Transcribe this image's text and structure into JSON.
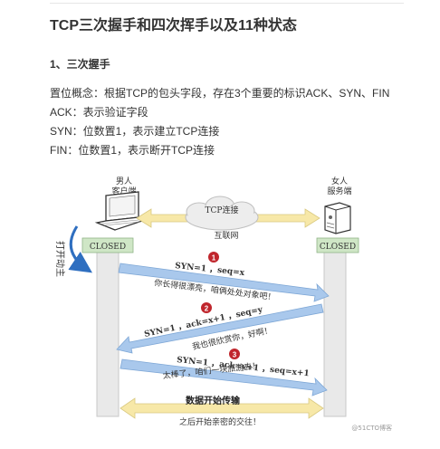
{
  "article": {
    "title": "TCP三次握手和四次挥手以及11种状态",
    "section_heading": "1、三次握手",
    "paragraphs": [
      "置位概念：根据TCP的包头字段，存在3个重要的标识ACK、SYN、FIN",
      "ACK：表示验证字段",
      "SYN：位数置1，表示建立TCP连接",
      "FIN：位数置1，表示断开TCP连接"
    ]
  },
  "diagram": {
    "client_label_line1": "男人",
    "client_label_line2": "客户端",
    "server_label_line1": "女人",
    "server_label_line2": "服务端",
    "tcp_link": "TCP连接",
    "internet": "互联网",
    "client_state": "CLOSED",
    "server_state": "CLOSED",
    "side_label": "开\n打\n动\n主",
    "step1": {
      "number": "1",
      "packet": "SYN=1 ，seq=x",
      "caption": "你长得很漂亮，咱俩处处对象吧！"
    },
    "step2": {
      "number": "2",
      "packet": "SYN=1 ，ack=x+1 ，seq=y",
      "caption": "我也很欣赏你，好啊！"
    },
    "step3": {
      "number": "3",
      "packet": "SYN=1 ，ack=y+1 ，seq=x+1",
      "caption": "太棒了，咱们一块旅游去！"
    },
    "data_transfer": "数据开始传输",
    "data_caption": "之后开始亲密的交往！",
    "watermark": "@51CTO博客",
    "colors": {
      "arrow_blue": "#a9c8ec",
      "arrow_yellow": "#f7e8a8",
      "state_box": "#cfe6c6",
      "lifeline": "#e9e9e9",
      "step_badge": "#c0262d",
      "curved_arrow": "#2f6fc0"
    }
  }
}
